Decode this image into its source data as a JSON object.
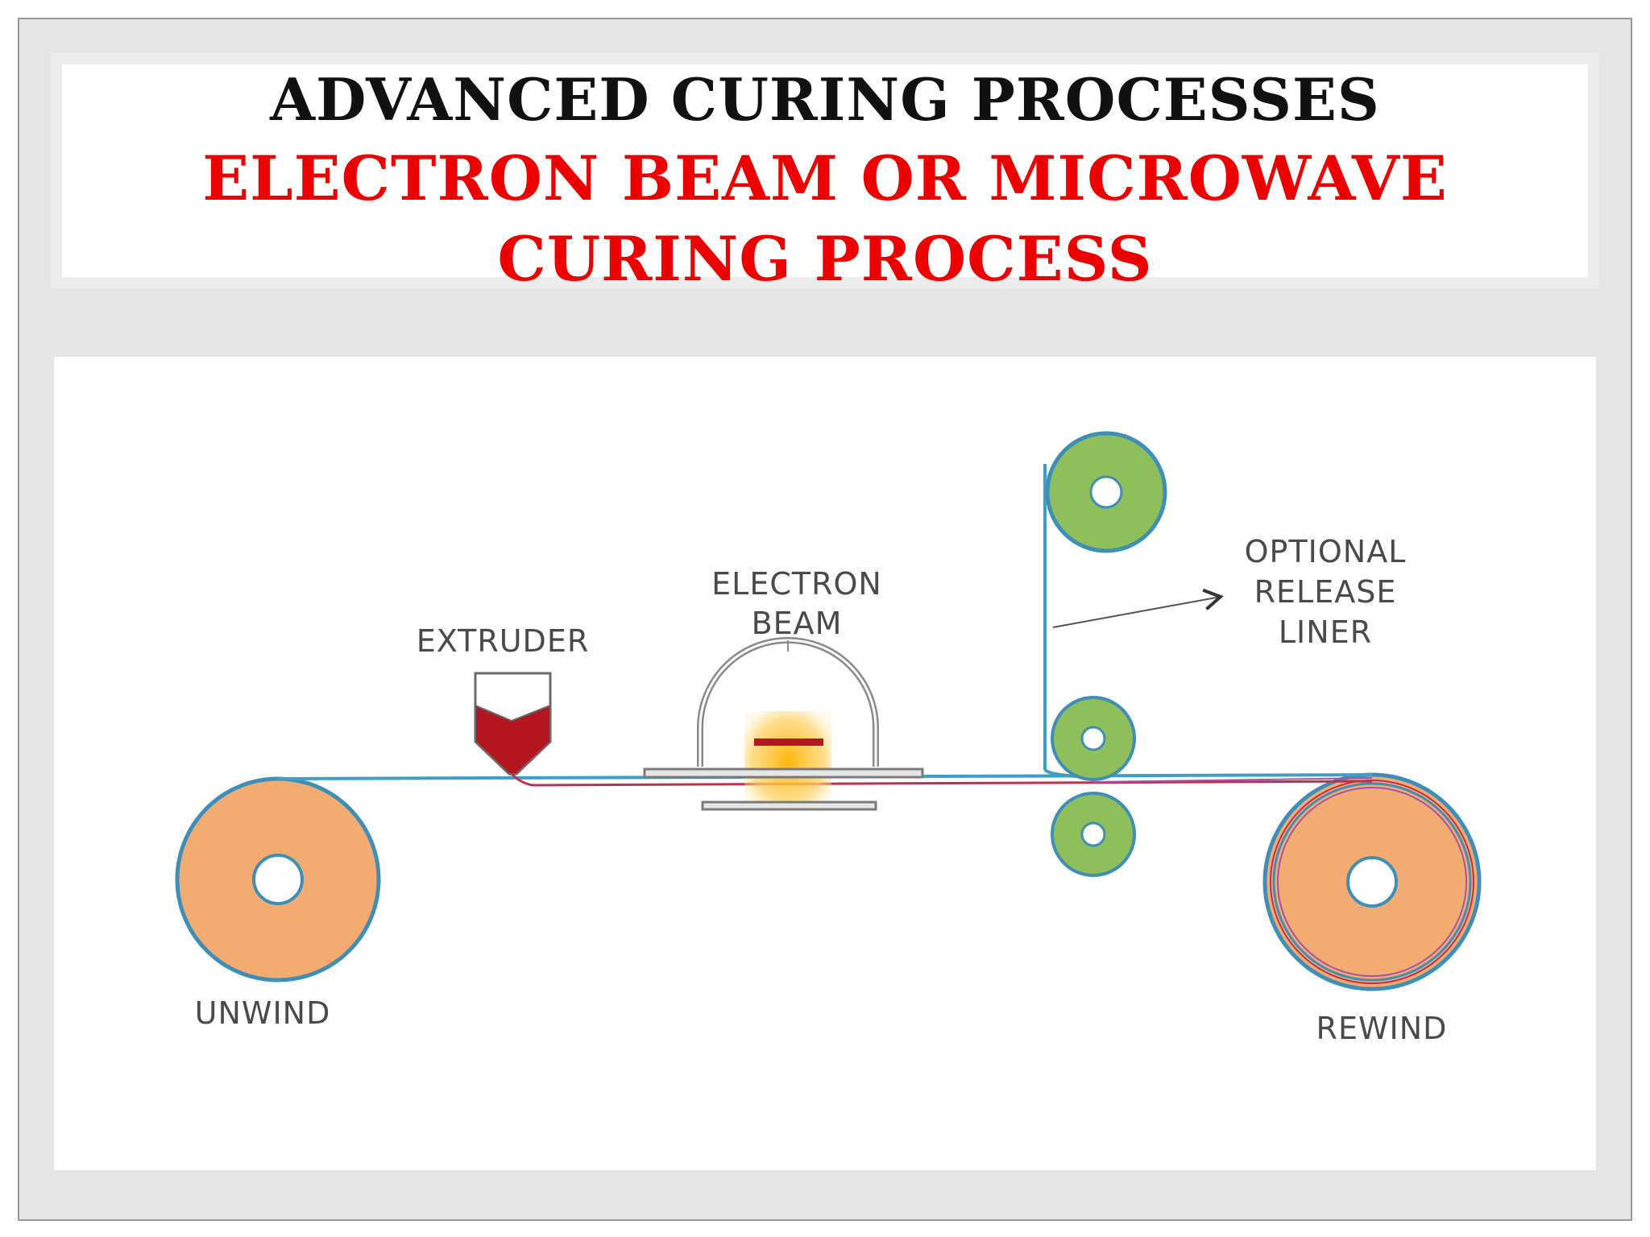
{
  "title": {
    "main": "ADVANCED CURING PROCESSES",
    "sub_line1": "ELECTRON BEAM OR MICROWAVE",
    "sub_line2": "CURING PROCESS"
  },
  "diagram": {
    "labels": {
      "extruder": "EXTRUDER",
      "electron_beam_line1": "ELECTRON",
      "electron_beam_line2": "BEAM",
      "release_liner_line1": "OPTIONAL",
      "release_liner_line2": "RELEASE",
      "release_liner_line3": "LINER",
      "unwind": "UNWIND",
      "rewind": "REWIND"
    },
    "colors": {
      "reel_fill": "#f4ab72",
      "reel_edge": "#3e8fb8",
      "roller_fill": "#8fbf5a",
      "roller_edge": "#3e8fb8",
      "web_blue": "#3e9fc6",
      "web_red": "#c0304c",
      "extruder_fill": "#b3161e",
      "beam_glow": "#ffc94d",
      "beam_bar": "#b3161e",
      "housing_stroke": "#8a8a8a",
      "title_black": "#111111",
      "title_red": "#ee0000"
    }
  }
}
